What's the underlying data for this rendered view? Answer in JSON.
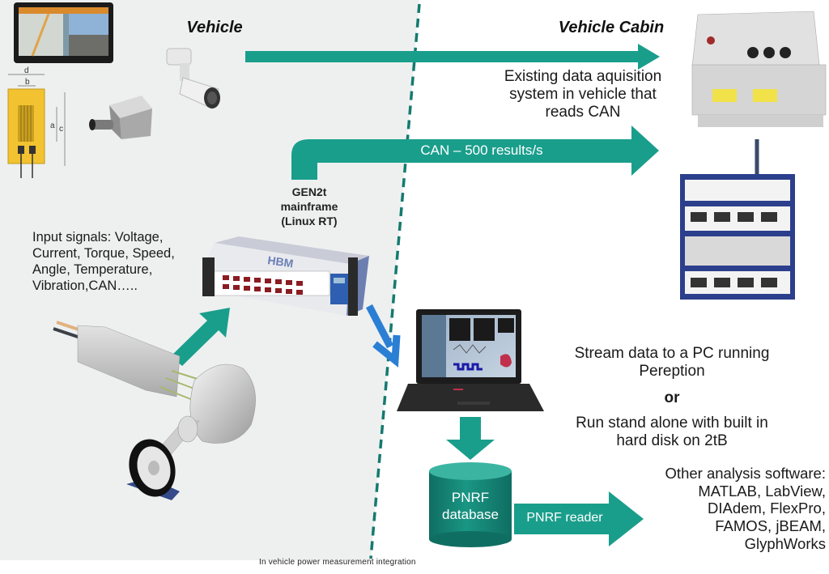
{
  "sections": {
    "vehicle": "Vehicle",
    "vehicle_cabin": "Vehicle Cabin"
  },
  "labels": {
    "existing_daq": [
      "Existing data aquisition",
      "system in vehicle that",
      "reads CAN"
    ],
    "can_arrow": "CAN – 500 results/s",
    "mainframe": [
      "GEN2t",
      "mainframe",
      "(Linux RT)"
    ],
    "input_signals": [
      "Input signals: Voltage,",
      "Current, Torque, Speed,",
      "Angle, Temperature,",
      "Vibration,CAN….."
    ],
    "stream": [
      "Stream data to a PC running",
      "Pereption"
    ],
    "or": "or",
    "standalone": [
      "Run stand alone with built in",
      "hard disk on 2tB"
    ],
    "database": [
      "PNRF",
      "database"
    ],
    "reader_arrow": "PNRF reader",
    "other_software": [
      "Other analysis software:",
      "MATLAB, LabView,",
      "DIAdem, FlexPro,",
      "FAMOS, jBEAM,",
      "GlyphWorks"
    ],
    "caption": "In vehicle power measurement integration"
  },
  "device_labels": {
    "mainframe_brand": "HBM"
  },
  "colors": {
    "teal": "#1a9e8c",
    "teal_dark": "#12806f",
    "blue_arrow": "#2a7fd4",
    "left_bg": "#eef0f0",
    "divider": "#157a70"
  }
}
